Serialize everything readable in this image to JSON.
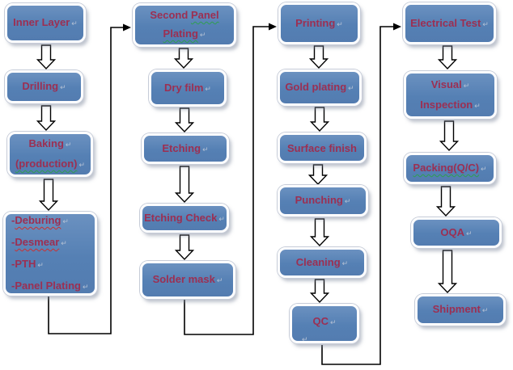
{
  "glyphs": {
    "return_mark": "↵"
  },
  "colors": {
    "box_fill": "#5b84b6",
    "box_border": "#ffffff",
    "box_outline": "#c6ccd8",
    "label_text": "#9c2f52",
    "paragraph_mark": "#b3c0d4",
    "spell_error_red": "#cc2f2f",
    "spell_grammar_green": "#2e9e4f",
    "connector": "#000000",
    "block_arrow_fill": "#ffffff"
  },
  "boxes": {
    "inner_layer": {
      "label": "Inner Layer"
    },
    "drilling": {
      "label": "Drilling"
    },
    "baking": {
      "line1": "Baking",
      "line2": "(production)"
    },
    "pth_list": {
      "line1_prefix": "-",
      "line1": "Deburing",
      "line2_prefix": "-",
      "line2": "Desmear",
      "line3": "-PTH",
      "line4": "-Panel Plating"
    },
    "second_panel_plating": {
      "line1_plain": "Second ",
      "line1_sq": "Panel",
      "line2": "Plating"
    },
    "dry_film": {
      "label": "Dry film"
    },
    "etching": {
      "label": "Etching"
    },
    "etching_check": {
      "label": "Etching Check"
    },
    "solder_mask": {
      "label": "Solder mask"
    },
    "printing": {
      "label": "Printing"
    },
    "gold_plating": {
      "label": "Gold plating"
    },
    "surface_finish": {
      "label": "Surface finish"
    },
    "punching": {
      "label": "Punching"
    },
    "cleaning": {
      "label": "Cleaning"
    },
    "qc": {
      "label": "QC"
    },
    "electrical_test": {
      "label": "Electrical Test"
    },
    "visual_inspection": {
      "line1": "Visual",
      "line2": "Inspection"
    },
    "packing": {
      "label": "Packing(Q/C)"
    },
    "oqa": {
      "label": "OQA"
    },
    "shipment": {
      "label": "Shipment"
    }
  }
}
